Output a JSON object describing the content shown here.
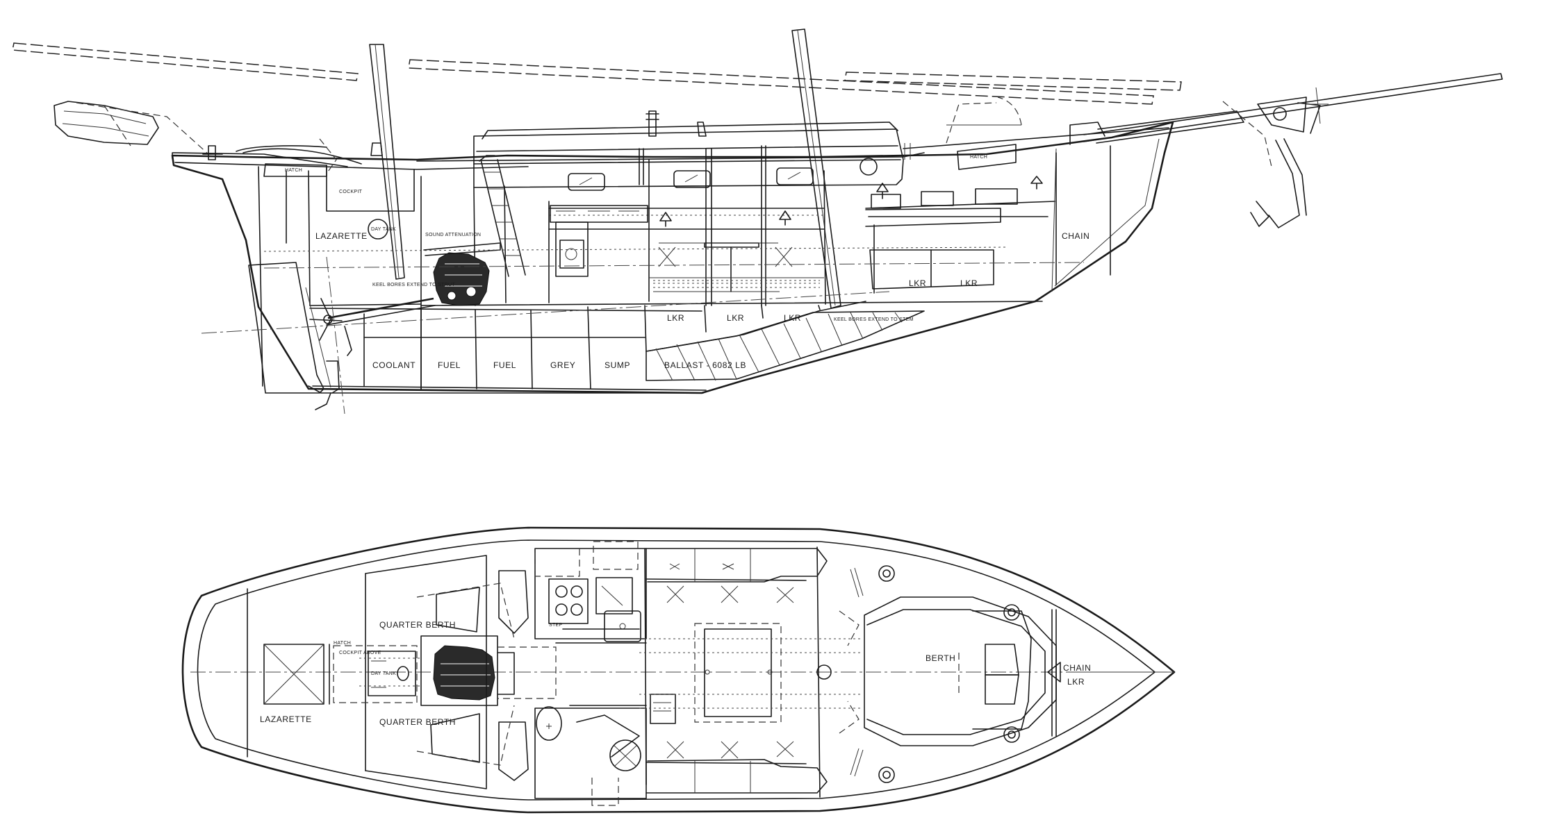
{
  "profile_labels": {
    "hatch_aft": "HATCH",
    "cockpit": "COCKPIT",
    "lazarette": "LAZARETTE",
    "day_tank": "DAY TANK",
    "sound_attenuation": "SOUND ATTENUATION",
    "keel_bores_aft": "KEEL BORES EXTEND TO STRUT",
    "keel_bores_fwd": "KEEL BORES EXTEND TO STEM",
    "hatch_fwd": "HATCH",
    "chain": "CHAIN",
    "lkr_upper_1": "LKR",
    "lkr_upper_2": "LKR",
    "lkr_1": "LKR",
    "lkr_2": "LKR",
    "lkr_3": "LKR",
    "coolant": "COOLANT",
    "fuel_1": "FUEL",
    "fuel_2": "FUEL",
    "grey": "GREY",
    "sump": "SUMP",
    "ballast": "BALLAST - 6082 LB"
  },
  "plan_labels": {
    "quarter_berth_port": "QUARTER BERTH",
    "quarter_berth_stbd": "QUARTER BERTH",
    "lazarette": "LAZARETTE",
    "hatch": "HATCH",
    "cockpit_above": "COCKPIT ABOVE",
    "day_tank": "DAY TANK",
    "step": "STEP",
    "berth": "BERTH",
    "chain": "CHAIN",
    "lkr": "LKR"
  }
}
